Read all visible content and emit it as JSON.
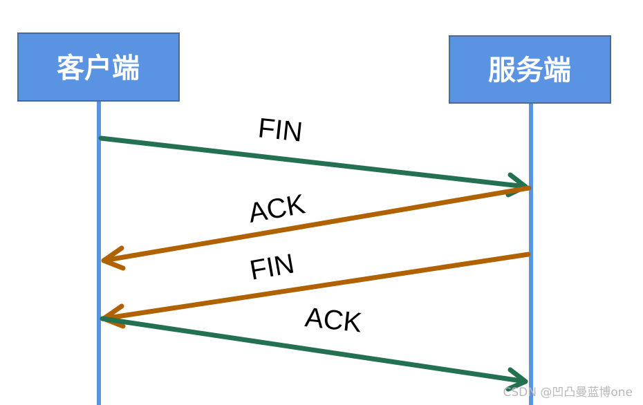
{
  "participants": {
    "client": "客户端",
    "server": "服务端"
  },
  "messages": [
    {
      "label": "FIN",
      "from": "client",
      "to": "server",
      "color": "#237150"
    },
    {
      "label": "ACK",
      "from": "server",
      "to": "client",
      "color": "#b06200"
    },
    {
      "label": "FIN",
      "from": "server",
      "to": "client",
      "color": "#b06200"
    },
    {
      "label": "ACK",
      "from": "client",
      "to": "server",
      "color": "#237150"
    }
  ],
  "colors": {
    "box_fill": "#5b93e3",
    "box_border": "#466aa0",
    "lifeline": "#5b93e3"
  },
  "watermark": "CSDN @凹凸曼蓝博one"
}
